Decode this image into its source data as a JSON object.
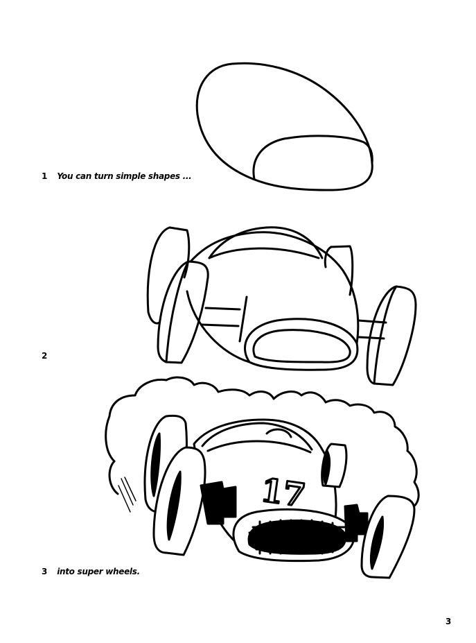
{
  "page": {
    "page_number": "3",
    "steps": [
      {
        "number": "1",
        "caption": "You can turn simple shapes ...",
        "figure": "egg-shape-outline"
      },
      {
        "number": "2",
        "caption": "",
        "figure": "race-car-sketch"
      },
      {
        "number": "3",
        "caption": "into super wheels.",
        "figure": "race-car-finished"
      }
    ],
    "car_number": "17",
    "colors": {
      "ink": "#000000",
      "paper": "#ffffff"
    }
  }
}
